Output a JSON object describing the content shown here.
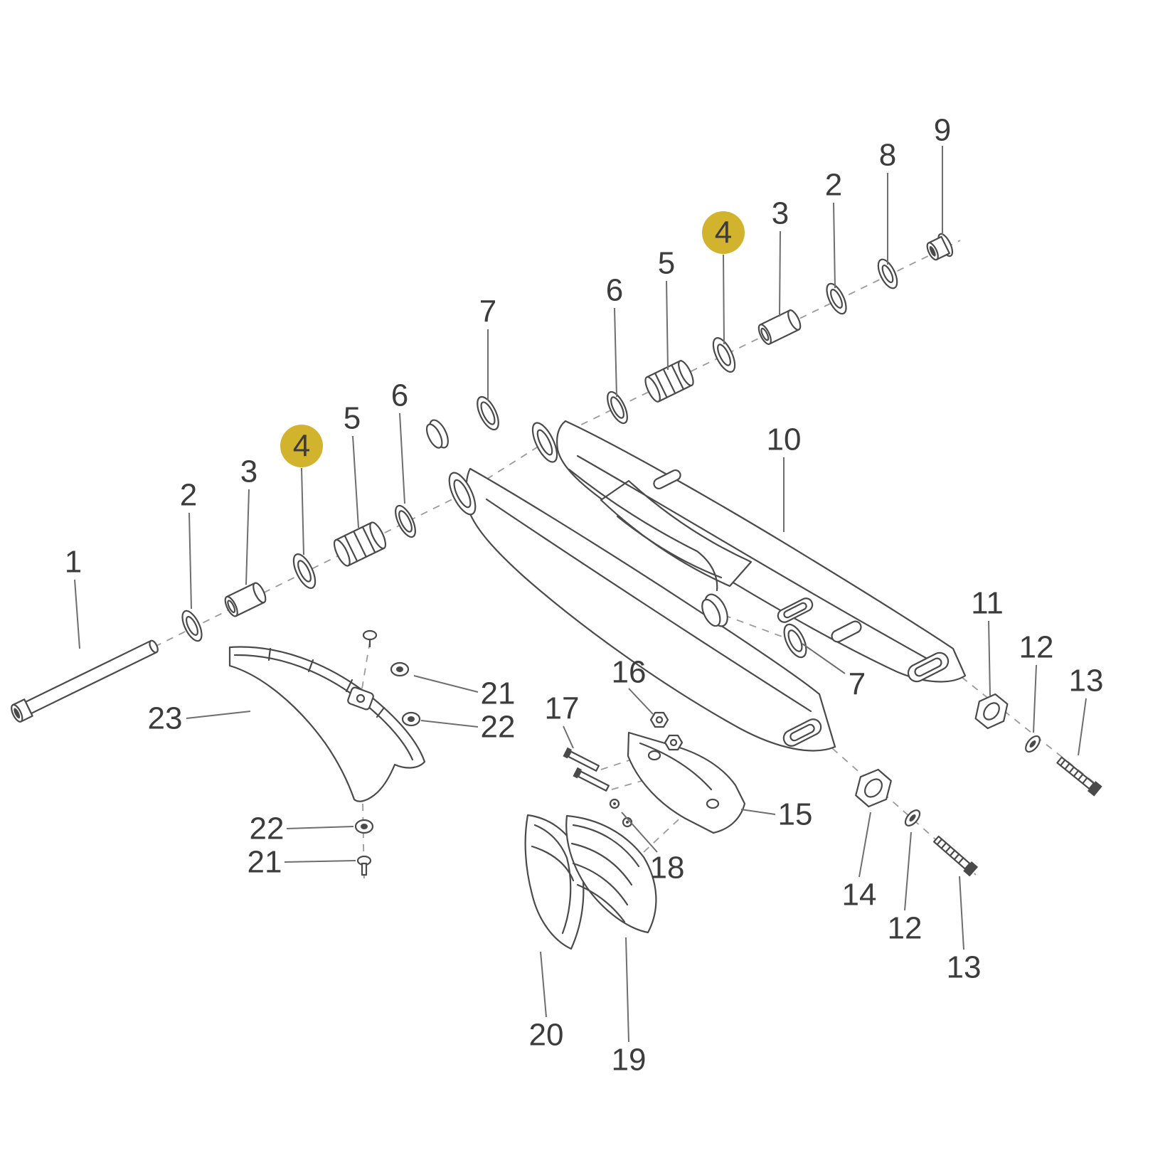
{
  "diagram": {
    "title": "Swingarm exploded parts diagram",
    "background_color": "#ffffff",
    "line_color": "#4a4a4a",
    "label_color": "#3c3c3c",
    "highlight_color": "#d2b32d",
    "callouts": [
      {
        "text": "9",
        "highlighted": false
      },
      {
        "text": "8",
        "highlighted": false
      },
      {
        "text": "2",
        "highlighted": false
      },
      {
        "text": "3",
        "highlighted": false
      },
      {
        "text": "4",
        "highlighted": true
      },
      {
        "text": "5",
        "highlighted": false
      },
      {
        "text": "6",
        "highlighted": false
      },
      {
        "text": "7",
        "highlighted": false
      },
      {
        "text": "10",
        "highlighted": false
      },
      {
        "text": "11",
        "highlighted": false
      },
      {
        "text": "12",
        "highlighted": false
      },
      {
        "text": "13",
        "highlighted": false
      },
      {
        "text": "1",
        "highlighted": false
      },
      {
        "text": "2",
        "highlighted": false
      },
      {
        "text": "3",
        "highlighted": false
      },
      {
        "text": "4",
        "highlighted": true
      },
      {
        "text": "5",
        "highlighted": false
      },
      {
        "text": "6",
        "highlighted": false
      },
      {
        "text": "7",
        "highlighted": false
      },
      {
        "text": "16",
        "highlighted": false
      },
      {
        "text": "17",
        "highlighted": false
      },
      {
        "text": "23",
        "highlighted": false
      },
      {
        "text": "21",
        "highlighted": false
      },
      {
        "text": "22",
        "highlighted": false
      },
      {
        "text": "22",
        "highlighted": false
      },
      {
        "text": "21",
        "highlighted": false
      },
      {
        "text": "15",
        "highlighted": false
      },
      {
        "text": "18",
        "highlighted": false
      },
      {
        "text": "14",
        "highlighted": false
      },
      {
        "text": "12",
        "highlighted": false
      },
      {
        "text": "13",
        "highlighted": false
      },
      {
        "text": "20",
        "highlighted": false
      },
      {
        "text": "19",
        "highlighted": false
      }
    ]
  }
}
